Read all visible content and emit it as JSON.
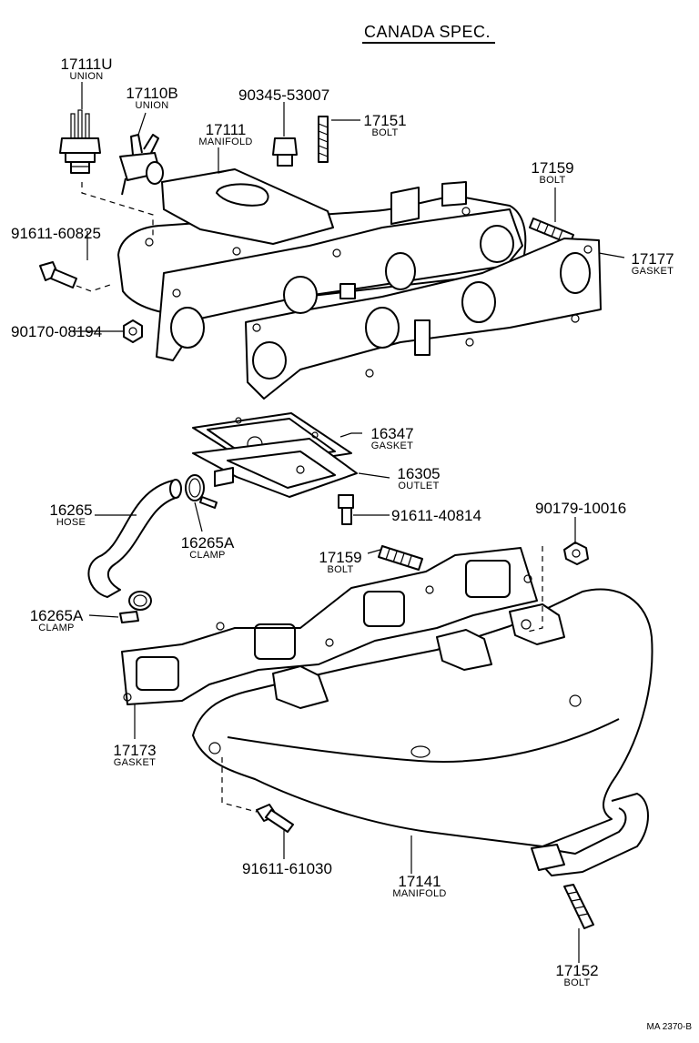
{
  "title": "CANADA SPEC.",
  "drawing_ref": "MA 2370-B",
  "parts": {
    "union_17111u": {
      "number": "17111U",
      "name": "UNION"
    },
    "union_17110b": {
      "number": "17110B",
      "name": "UNION"
    },
    "plug_90345": {
      "number": "90345-53007"
    },
    "intake_manifold": {
      "number": "17111",
      "name": "MANIFOLD"
    },
    "bolt_17151": {
      "number": "17151",
      "name": "BOLT"
    },
    "bolt_17159_upper": {
      "number": "17159",
      "name": "BOLT"
    },
    "bolt_91611_60825": {
      "number": "91611-60825"
    },
    "gasket_17177": {
      "number": "17177",
      "name": "GASKET"
    },
    "nut_90170": {
      "number": "90170-08194"
    },
    "gasket_16347": {
      "number": "16347",
      "name": "GASKET"
    },
    "outlet_16305": {
      "number": "16305",
      "name": "OUTLET"
    },
    "hose_16265": {
      "number": "16265",
      "name": "HOSE"
    },
    "bolt_91611_40814": {
      "number": "91611-40814"
    },
    "clamp_upper": {
      "number": "16265A",
      "name": "CLAMP"
    },
    "nut_90179": {
      "number": "90179-10016"
    },
    "bolt_17159_lower": {
      "number": "17159",
      "name": "BOLT"
    },
    "clamp_lower": {
      "number": "16265A",
      "name": "CLAMP"
    },
    "gasket_17173": {
      "number": "17173",
      "name": "GASKET"
    },
    "bolt_91611_61030": {
      "number": "91611-61030"
    },
    "exhaust_manifold": {
      "number": "17141",
      "name": "MANIFOLD"
    },
    "bolt_17152": {
      "number": "17152",
      "name": "BOLT"
    }
  }
}
